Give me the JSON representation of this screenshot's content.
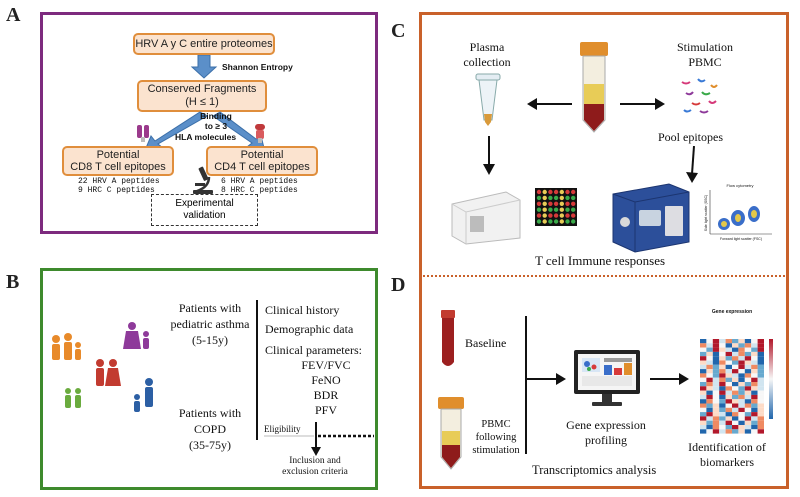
{
  "panel_a": {
    "letter": "A",
    "box_top": "HRV A y C entire proteomes",
    "entropy_label": "Shannon Entropy",
    "box_mid_line1": "Conserved Fragments",
    "box_mid_line2": "(H ≤ 1)",
    "binding_line1": "Binding",
    "binding_line2": "to ≥ 3",
    "binding_line3": "HLA molecules",
    "cd8_line1": "Potential",
    "cd8_line2": "CD8 T cell epitopes",
    "cd4_line1": "Potential",
    "cd4_line2": "CD4 T cell epitopes",
    "cd8_pep1": "22 HRV A peptides",
    "cd8_pep2": "9 HRC C peptides",
    "cd4_pep1": "6 HRV A peptides",
    "cd4_pep2": "8 HRC C peptides",
    "exp_line1": "Experimental",
    "exp_line2": "validation",
    "border_color": "#7d2a7e",
    "accent": "#e08e3c"
  },
  "panel_b": {
    "letter": "B",
    "asthma_line1": "Patients with",
    "asthma_line2": "pediatric asthma",
    "asthma_line3": "(5-15y)",
    "copd_line1": "Patients  with",
    "copd_line2": "COPD",
    "copd_line3": "(35-75y)",
    "clinical_history": "Clinical history",
    "demographic": "Demographic data",
    "clinical_params": "Clinical parameters:",
    "params": [
      "FEV/FVC",
      "FeNO",
      "BDR",
      "PFV"
    ],
    "eligibility": "Eligibility",
    "inclusion_line1": "Inclusion and",
    "inclusion_line2": "exclusion criteria",
    "border_color": "#3e8a2d"
  },
  "panel_c": {
    "letter": "C",
    "plasma_line1": "Plasma",
    "plasma_line2": "collection",
    "stim_line1": "Stimulation",
    "stim_line2": "PBMC",
    "pool": "Pool epitopes",
    "responses": "T cell Immune responses",
    "flow_title": "Flow cytometry",
    "flow_y": "Side light scatter (SSC)",
    "flow_x": "Forward light scatter (FSC)",
    "border_color": "#c9612a"
  },
  "panel_d": {
    "letter": "D",
    "baseline": "Baseline",
    "pbmc_line1": "PBMC",
    "pbmc_line2": "following",
    "pbmc_line3": "stimulation",
    "gene_line1": "Gene expression",
    "gene_line2": "profiling",
    "ident_line1": "Identification of",
    "ident_line2": "biomarkers",
    "transcriptomics": "Transcriptomics analysis",
    "heatmap_title": "Gene expression"
  }
}
